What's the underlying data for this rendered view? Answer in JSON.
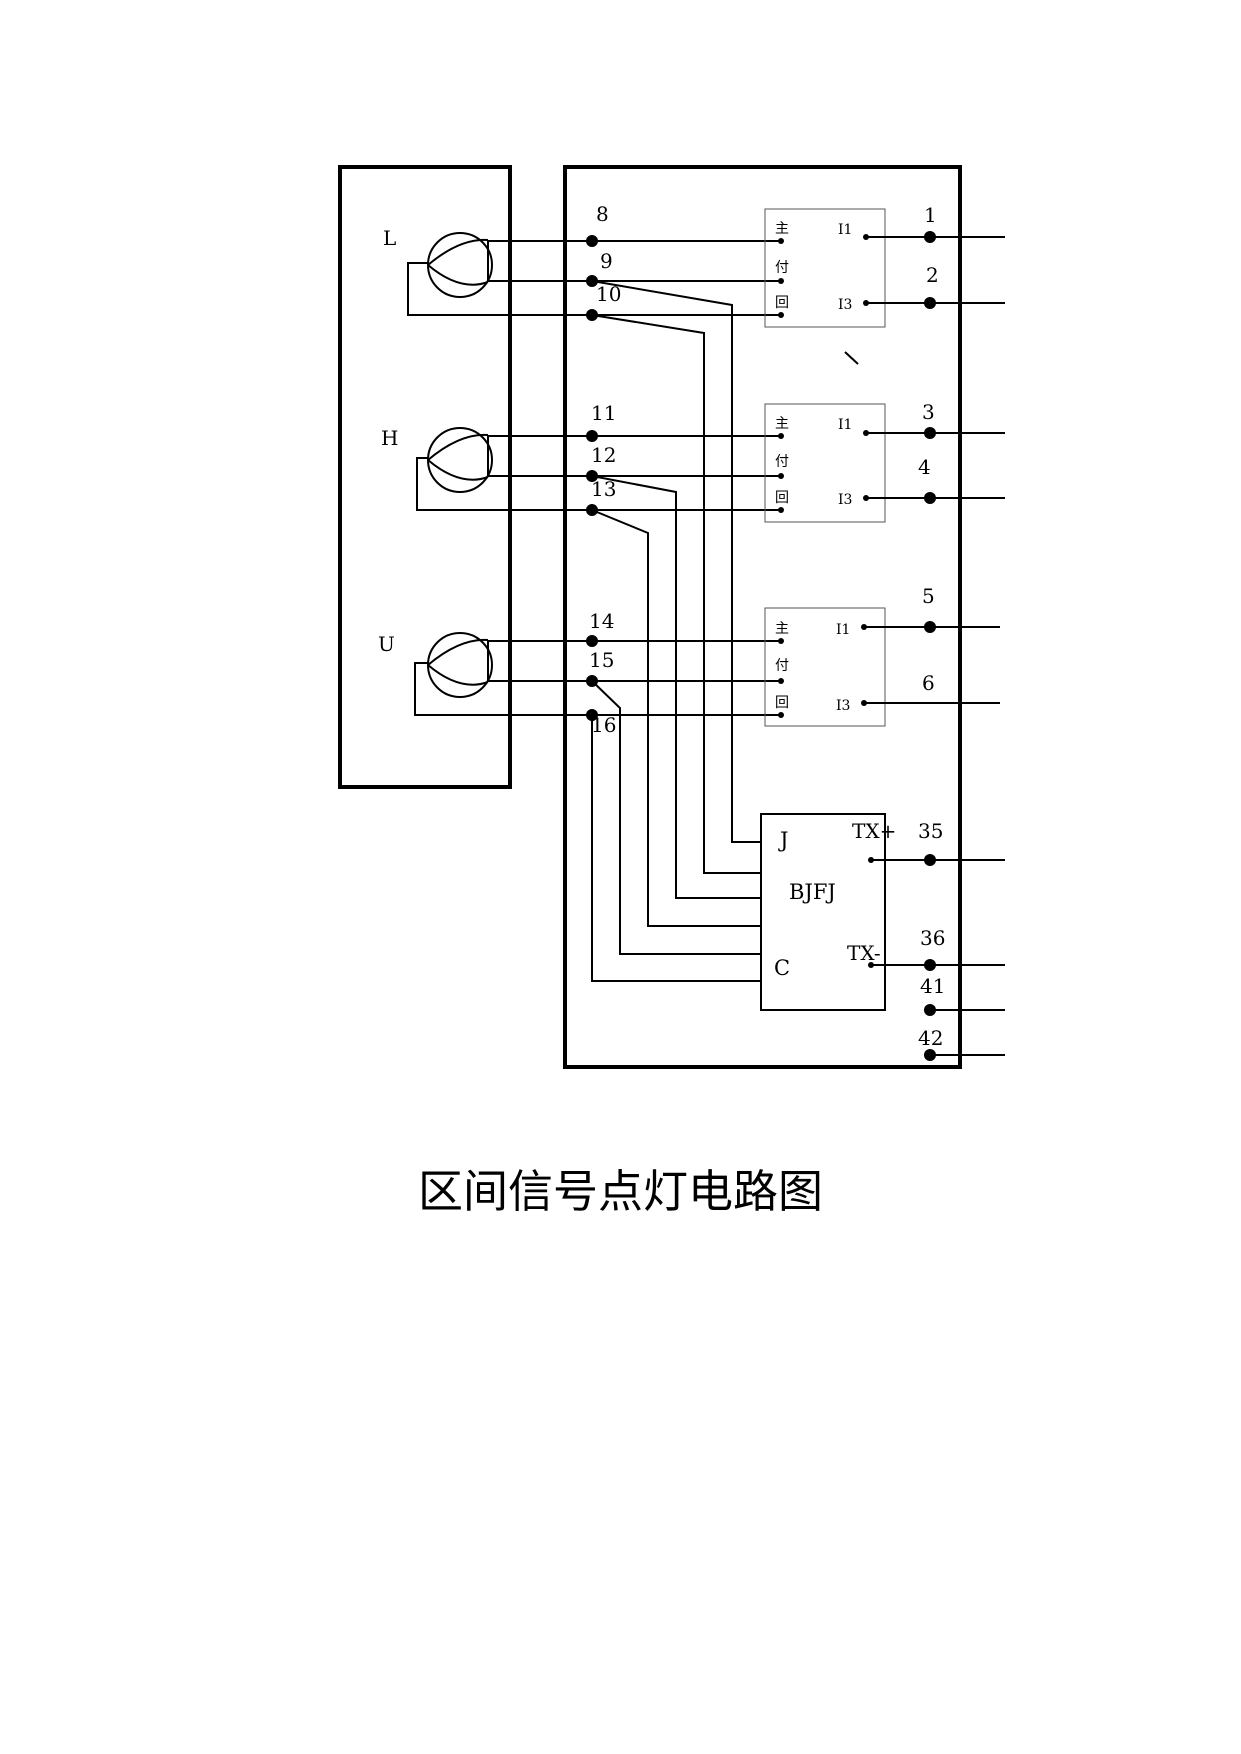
{
  "caption": "区间信号点灯电路图",
  "lamps": [
    {
      "label": "L",
      "terminals": [
        "8",
        "9",
        "10"
      ]
    },
    {
      "label": "H",
      "terminals": [
        "11",
        "12",
        "13"
      ]
    },
    {
      "label": "U",
      "terminals": [
        "14",
        "15",
        "16"
      ]
    }
  ],
  "transformers": [
    {
      "inputs": [
        "主",
        "付",
        "回"
      ],
      "outputs": [
        "I1",
        "I3"
      ],
      "output_terminals": [
        "1",
        "2"
      ]
    },
    {
      "inputs": [
        "主",
        "付",
        "回"
      ],
      "outputs": [
        "I1",
        "I3"
      ],
      "output_terminals": [
        "3",
        "4"
      ]
    },
    {
      "inputs": [
        "主",
        "付",
        "回"
      ],
      "outputs": [
        "I1",
        "I3"
      ],
      "output_terminals": [
        "5",
        "6"
      ]
    }
  ],
  "alarm_module": {
    "name": "BJFJ",
    "input_top": "J",
    "input_bottom": "C",
    "tx_plus": "TX+",
    "tx_minus": "TX-",
    "terminals": [
      "35",
      "36",
      "41",
      "42"
    ]
  }
}
